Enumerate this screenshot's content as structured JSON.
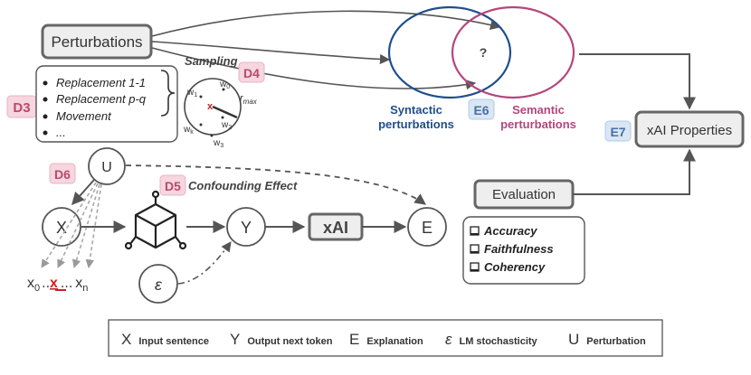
{
  "nodes": {
    "perturbations": "Perturbations",
    "xai_properties": "xAI Properties",
    "evaluation": "Evaluation",
    "xai": "xAI",
    "u": "U",
    "x": "X",
    "y": "Y",
    "e": "E",
    "epsilon": "ε"
  },
  "perturbation_types": [
    "Replacement 1-1",
    "Replacement p-q",
    "Movement",
    "..."
  ],
  "sampling": {
    "title": "Sampling",
    "r_max": "r",
    "r_max_sub": "max",
    "words": [
      {
        "base": "w",
        "sub": "1"
      },
      {
        "base": "w",
        "sub": "0"
      },
      {
        "base": "w",
        "sub": "2"
      },
      {
        "base": "w",
        "sub": "k"
      },
      {
        "base": "w",
        "sub": "3"
      }
    ],
    "mark": "x"
  },
  "venn": {
    "syntactic": "Syntactic\nperturbations",
    "semantic": "Semantic\nperturbations",
    "overlap": "?"
  },
  "tags": {
    "d3": "D3",
    "d4": "D4",
    "d5": "D5",
    "d6": "D6",
    "e6": "E6",
    "e7": "E7"
  },
  "confounding_label": "Confounding Effect",
  "evaluation_metrics": [
    "Accuracy",
    "Faithfulness",
    "Coherency"
  ],
  "token_sequence": {
    "x0_base": "x",
    "x0_sub": "0",
    "dots1": "..",
    "mark": "x",
    "dots2": "...",
    "xn_base": "x",
    "xn_sub": "n"
  },
  "legend": [
    {
      "symbol": "X",
      "label": "Input sentence"
    },
    {
      "symbol": "Y",
      "label": "Output next token"
    },
    {
      "symbol": "E",
      "label": "Explanation"
    },
    {
      "symbol": "ε",
      "label": "LM stochasticity"
    },
    {
      "symbol": "U",
      "label": "Perturbation"
    }
  ],
  "colors": {
    "syntactic": "#1f4e8c",
    "semantic": "#b5467c",
    "tag_pink_bg": "#f6d6df",
    "tag_pink_text": "#b94a6e",
    "tag_blue_bg": "#d9e6f4",
    "tag_blue_text": "#4a6fa5",
    "mark_red": "#d22020"
  }
}
